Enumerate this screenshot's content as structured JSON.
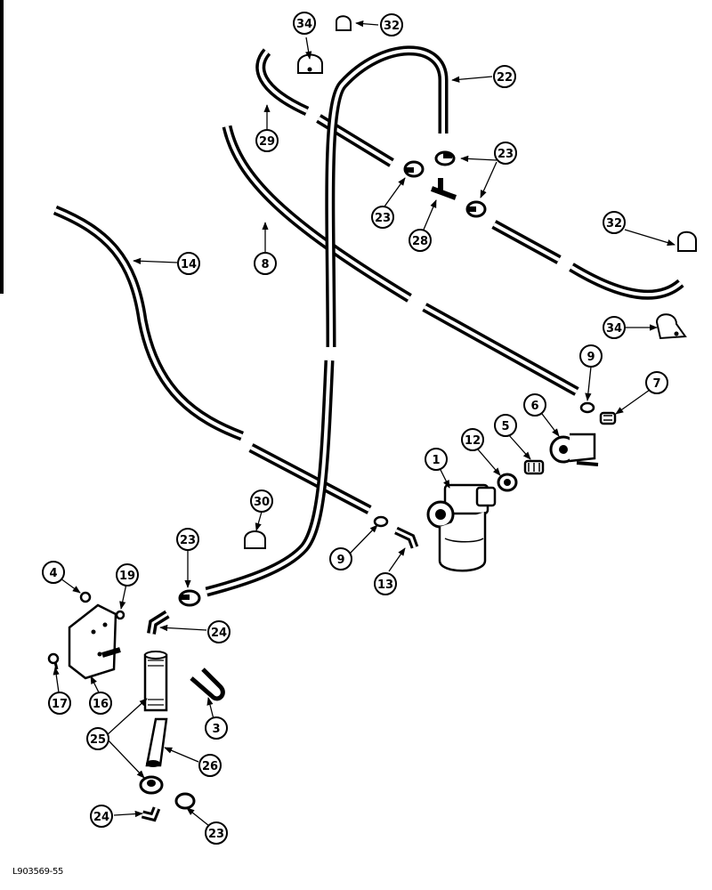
{
  "figure_id": "L903569-55",
  "callouts": [
    {
      "id": "c34a",
      "label": "34"
    },
    {
      "id": "c32a",
      "label": "32"
    },
    {
      "id": "c22",
      "label": "22"
    },
    {
      "id": "c29",
      "label": "29"
    },
    {
      "id": "c23a",
      "label": "23"
    },
    {
      "id": "c23b",
      "label": "23"
    },
    {
      "id": "c28",
      "label": "28"
    },
    {
      "id": "c32b",
      "label": "32"
    },
    {
      "id": "c14",
      "label": "14"
    },
    {
      "id": "c8",
      "label": "8"
    },
    {
      "id": "c34b",
      "label": "34"
    },
    {
      "id": "c9a",
      "label": "9"
    },
    {
      "id": "c7",
      "label": "7"
    },
    {
      "id": "c6",
      "label": "6"
    },
    {
      "id": "c5",
      "label": "5"
    },
    {
      "id": "c12",
      "label": "12"
    },
    {
      "id": "c1",
      "label": "1"
    },
    {
      "id": "c30",
      "label": "30"
    },
    {
      "id": "c23c",
      "label": "23"
    },
    {
      "id": "c9b",
      "label": "9"
    },
    {
      "id": "c13",
      "label": "13"
    },
    {
      "id": "c4",
      "label": "4"
    },
    {
      "id": "c19",
      "label": "19"
    },
    {
      "id": "c24a",
      "label": "24"
    },
    {
      "id": "c17",
      "label": "17"
    },
    {
      "id": "c16",
      "label": "16"
    },
    {
      "id": "c3",
      "label": "3"
    },
    {
      "id": "c25",
      "label": "25"
    },
    {
      "id": "c26",
      "label": "26"
    },
    {
      "id": "c24b",
      "label": "24"
    },
    {
      "id": "c23d",
      "label": "23"
    }
  ]
}
